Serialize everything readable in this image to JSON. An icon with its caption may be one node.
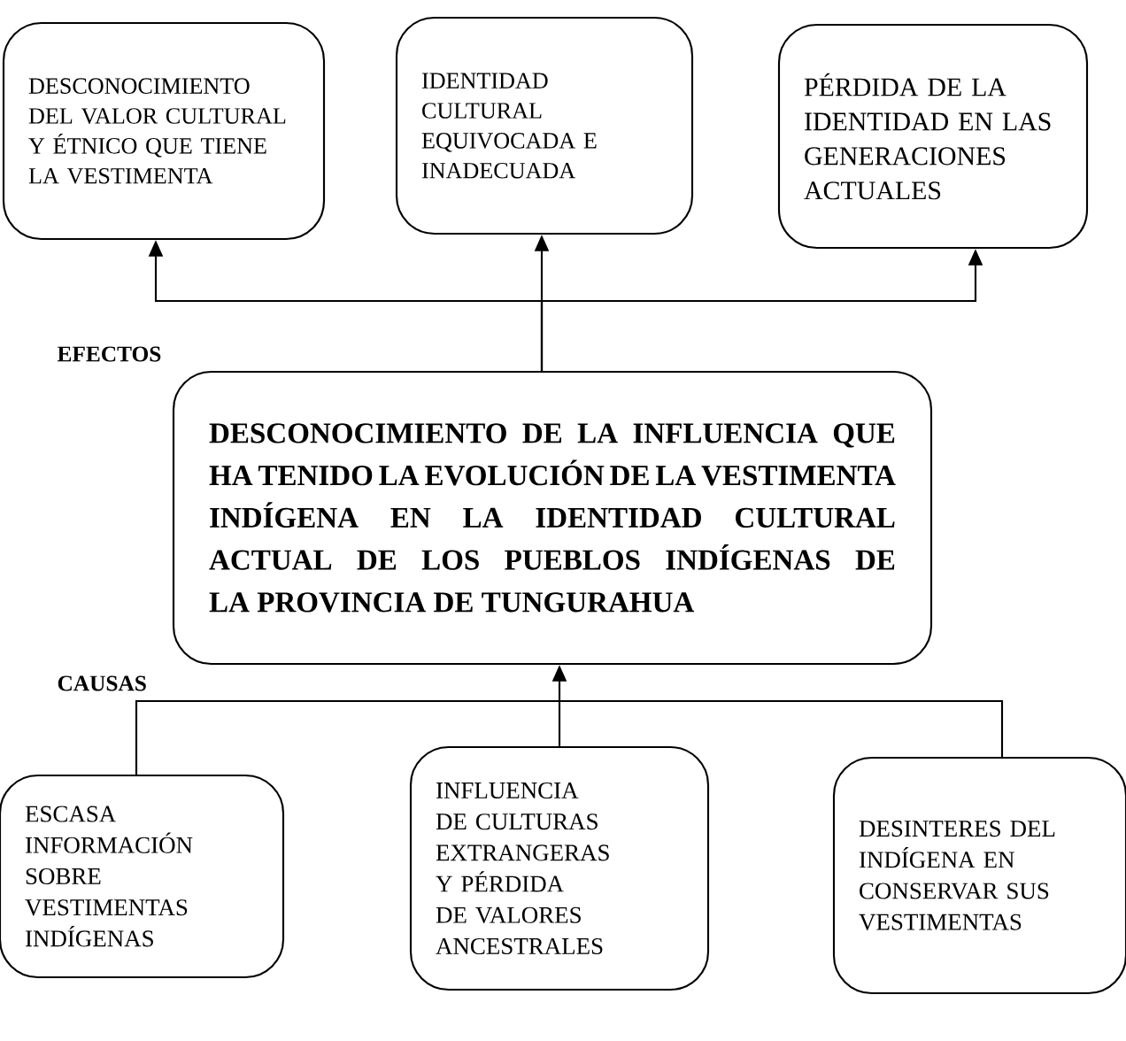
{
  "diagram": {
    "nodes": [
      {
        "text": [
          "DESCONOCIMIENTO DEL VALOR CULTURAL Y ÉTNICO QUE TIENE LA VESTIMENTA"
        ]
      },
      {
        "text": [
          "IDENTIDAD CULTURAL EQUIVOCADA E INADECUADA"
        ]
      },
      {
        "text": [
          "PÉRDIDA DE LA IDENTIDAD EN LAS GENERACIONES ACTUALES"
        ]
      },
      {
        "text": [
          "DESCONOCIMIENTO DE LA INFLUENCIA QUE HA TENIDO LA EVOLUCIÓN DE LA VESTIMENTA INDÍGENA EN LA IDENTIDAD CULTURAL ACTUAL DE LOS PUEBLOS INDÍGENAS DE LA PROVINCIA DE TUNGURAHUA"
        ]
      },
      {
        "text": [
          "ESCASA INFORMACIÓN SOBRE VESTIMENTAS INDÍGENAS"
        ]
      },
      {
        "text": [
          "INFLUENCIA DE CULTURAS EXTRANGERAS Y PÉRDIDA DE VALORES ANCESTRALES"
        ]
      },
      {
        "text": [
          "DESINTERES DEL INDÍGENA EN CONSERVAR SUS VESTIMENTAS"
        ]
      }
    ],
    "edges": [
      {
        "from": 3,
        "to": 0,
        "arrow": "to"
      },
      {
        "from": 3,
        "to": 1,
        "arrow": "to"
      },
      {
        "from": 3,
        "to": 2,
        "arrow": "to"
      },
      {
        "from": 4,
        "to": 3,
        "arrow": "to"
      },
      {
        "from": 5,
        "to": 3,
        "arrow": "to"
      },
      {
        "from": 6,
        "to": 3,
        "arrow": "to"
      }
    ],
    "labels": [
      "EFECTOS",
      "CAUSAS"
    ]
  }
}
